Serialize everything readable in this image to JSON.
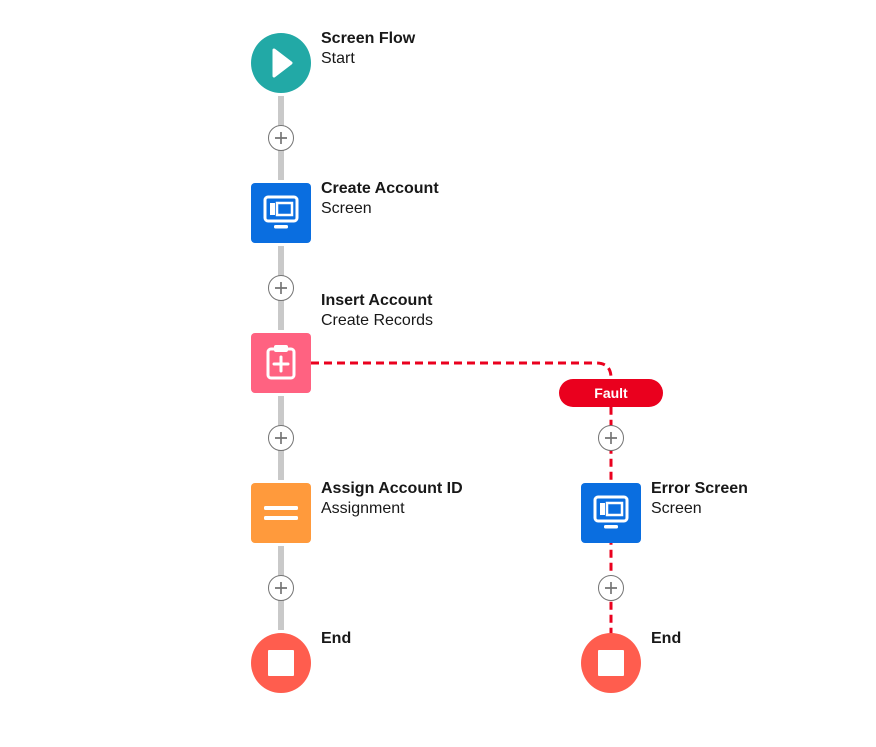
{
  "colors": {
    "start": "#22a9a6",
    "screen": "#0a6ee0",
    "create_records": "#ff6281",
    "assignment": "#ff9a3c",
    "end": "#ff5d4e",
    "fault": "#ea001e",
    "connector": "#c9c9c9"
  },
  "main_flow": {
    "start": {
      "title": "Screen Flow",
      "subtitle": "Start",
      "icon": "play-icon"
    },
    "create_account": {
      "title": "Create Account",
      "subtitle": "Screen",
      "icon": "screen-icon"
    },
    "insert_account": {
      "title": "Insert Account",
      "subtitle": "Create Records",
      "icon": "clipboard-plus-icon"
    },
    "assign_account_id": {
      "title": "Assign Account ID",
      "subtitle": "Assignment",
      "icon": "equals-icon"
    },
    "end": {
      "title": "End",
      "icon": "stop-icon"
    }
  },
  "fault_branch": {
    "label": "Fault",
    "error_screen": {
      "title": "Error Screen",
      "subtitle": "Screen",
      "icon": "screen-icon"
    },
    "end": {
      "title": "End",
      "icon": "stop-icon"
    }
  },
  "add_element_icon": "plus-icon"
}
